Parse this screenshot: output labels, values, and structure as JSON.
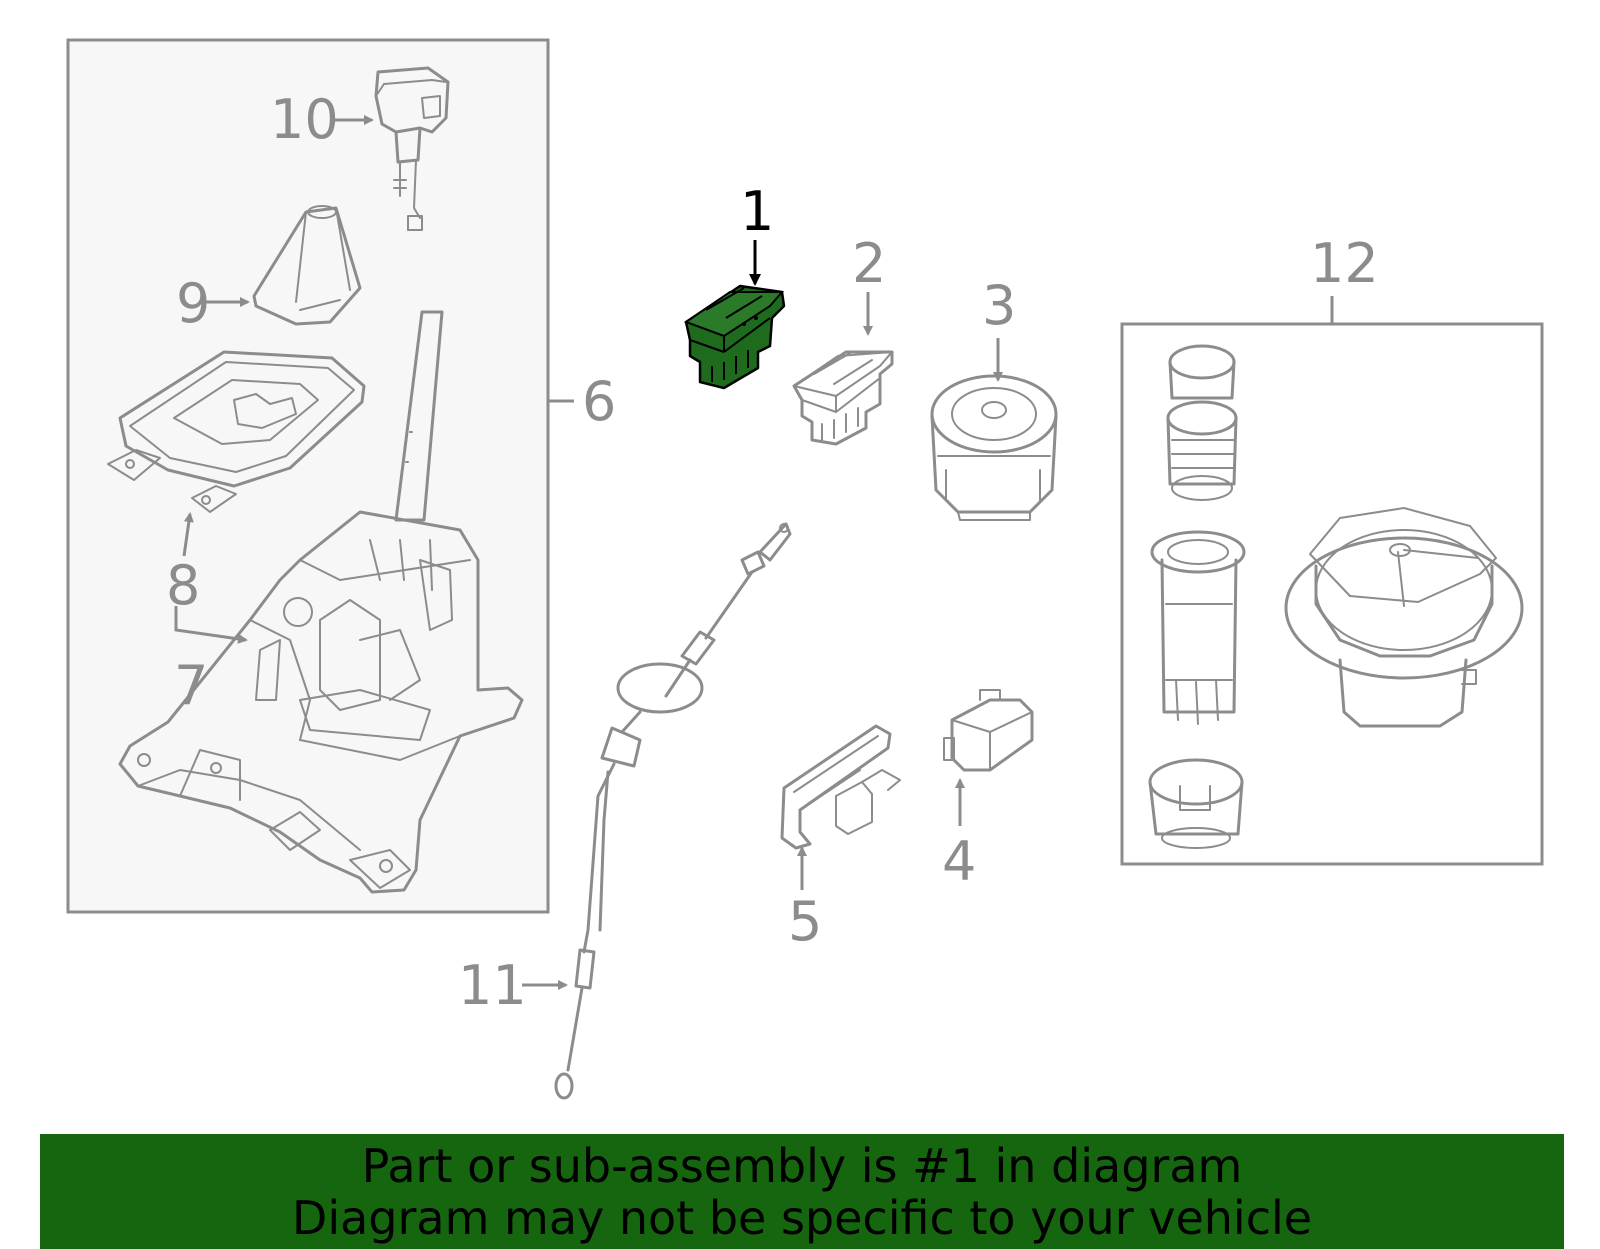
{
  "diagram": {
    "callouts": {
      "c1": "1",
      "c2": "2",
      "c3": "3",
      "c4": "4",
      "c5": "5",
      "c6": "6",
      "c7": "7",
      "c8": "8",
      "c9": "9",
      "c10": "10",
      "c11": "11",
      "c12": "12"
    },
    "highlighted_part": "1",
    "colors": {
      "highlight_fill": "#1e6b1e",
      "line": "#8c8c8c",
      "banner": "#15660f",
      "panel": "#f7f7f7"
    }
  },
  "footer": {
    "line1": "Part or sub-assembly is #1 in diagram",
    "line2": "Diagram may not be specific to your vehicle"
  }
}
